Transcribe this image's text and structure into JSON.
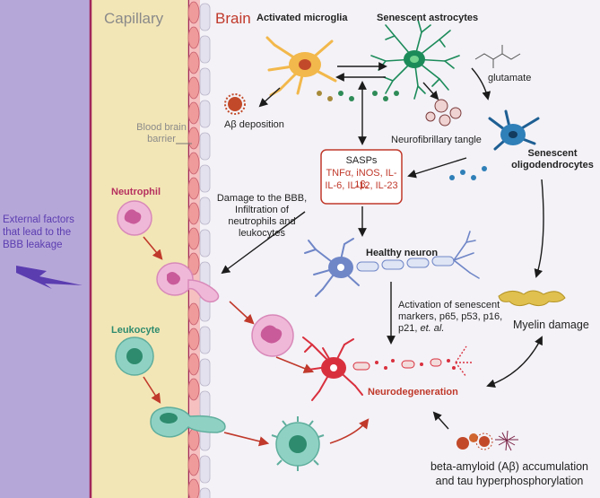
{
  "regions": {
    "capillary": "Capillary",
    "brain": "Brain"
  },
  "external": {
    "text": "External  factors that lead to the BBB leakage"
  },
  "barrier": {
    "label": "Blood brain barrier"
  },
  "cells": {
    "activated_microglia": "Activated microglia",
    "senescent_astrocytes": "Senescent astrocytes",
    "glutamate": "glutamate",
    "abeta_deposition": "Aβ deposition",
    "neurofibrillary_tangle": "Neurofibrillary tangle",
    "senescent_oligodendrocytes": "Senescent oligodendrocytes",
    "neutrophil": "Neutrophil",
    "leukocyte": "Leukocyte",
    "healthy_neuron": "Healthy neuron",
    "neurodegeneration": "Neurodegeneration",
    "myelin_damage": "Myelin damage"
  },
  "sasps": {
    "title": "SASPs",
    "line1": "TNFα, iNOS, IL-1β,",
    "line2": "IL-6, IL-12, IL-23"
  },
  "annotations": {
    "bbb_damage": "Damage to the BBB, Infiltration of neutrophils and leukocytes",
    "activation_main": "Activation of senescent markers, p65, p53, p16, p21,",
    "activation_etal": "et. al.",
    "amyloid": "beta-amyloid (Aβ) accumulation and tau hyperphosphorylation"
  },
  "colors": {
    "external_panel": "#b6a7d9",
    "capillary_fill": "#f3e6b6",
    "capillary_border": "#a0275a",
    "endothelial": "#ef9b9b",
    "brain_label": "#c0392b",
    "cell_label": "#b5305f",
    "leukocyte_label": "#2e8b6e",
    "arrow_red": "#c0392b",
    "microglia": "#f2b84b",
    "astrocyte": "#1c8b5a",
    "oligodendrocyte": "#1e5f93",
    "neuron_blue": "#6f86c7",
    "neuron_red": "#d9303e",
    "myelin": "#e0c14f",
    "neutrophil": "#f0b8d8",
    "leukocyte": "#8fd2c4"
  }
}
